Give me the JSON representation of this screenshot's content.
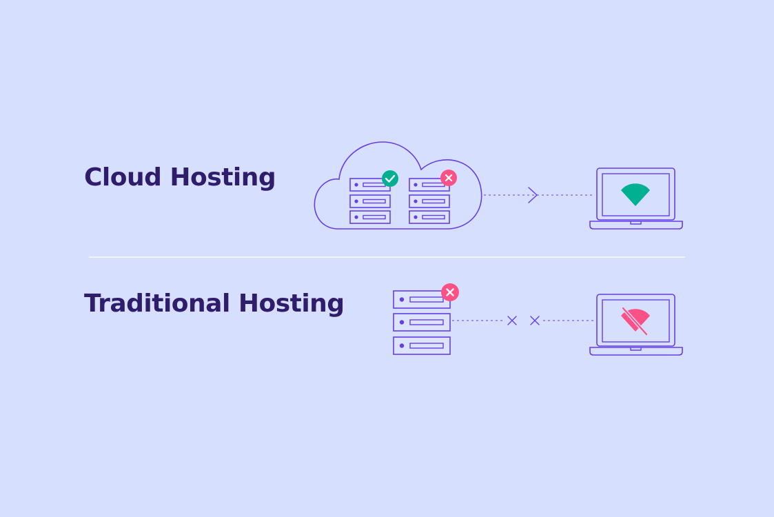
{
  "rows": {
    "cloud": {
      "title": "Cloud Hosting",
      "server_status": [
        "ok",
        "error"
      ],
      "connection": "connected",
      "device_signal": "wifi-on"
    },
    "traditional": {
      "title": "Traditional Hosting",
      "server_status": [
        "error"
      ],
      "connection": "broken",
      "device_signal": "wifi-off"
    }
  },
  "colors": {
    "background": "#d6dffe",
    "title_text": "#2f1c6a",
    "line_art": "#673de6",
    "ok_badge": "#00b090",
    "error_badge": "#fc5185",
    "divider": "#f1f3ff"
  },
  "icons": [
    "cloud-icon",
    "server-rack-icon",
    "check-icon",
    "close-icon",
    "arrow-right-icon",
    "laptop-icon",
    "wifi-icon",
    "wifi-off-icon"
  ]
}
